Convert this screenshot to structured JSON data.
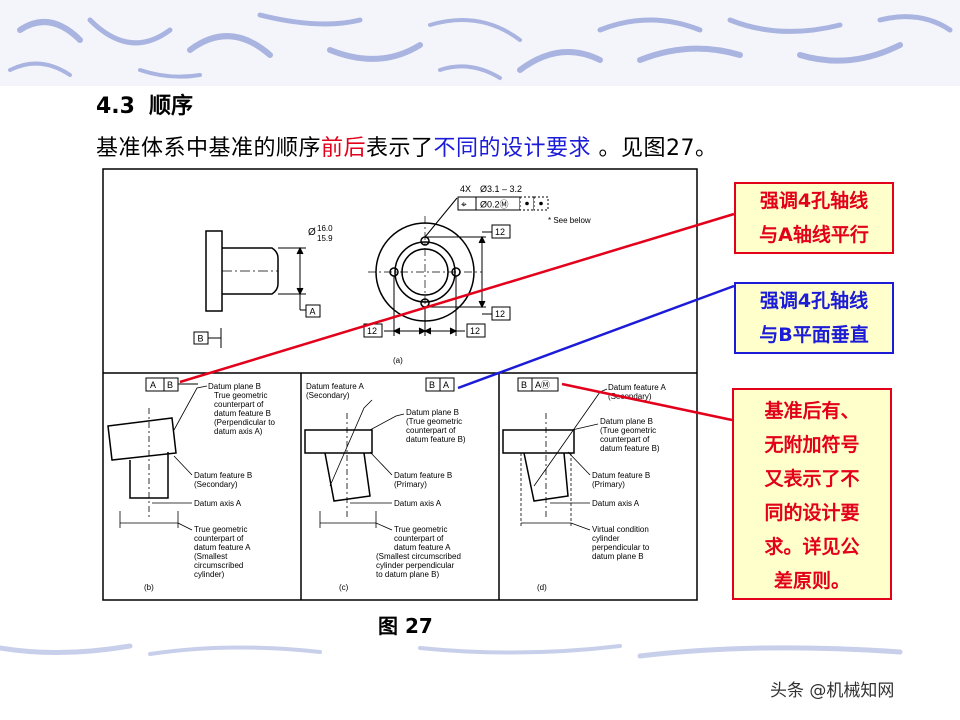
{
  "heading": {
    "number": "4.3",
    "title": "顺序"
  },
  "intro": {
    "part1": "基准体系中基准的顺序",
    "red": "前后",
    "part2": "表示了",
    "blue": "不同的设计要求",
    "part3": " 。见图27。"
  },
  "callouts": {
    "a": {
      "line1": "强调4孔轴线",
      "line2": "与A轴线平行"
    },
    "b": {
      "line1": "强调4孔轴线",
      "line2": "与B平面垂直"
    },
    "c": {
      "lines": [
        "基准后有、",
        "无附加符号",
        "又表示了不",
        "同的设计要",
        "求。详见公",
        "差原则。"
      ]
    }
  },
  "caption": "图 27",
  "watermark": "头条 @机械知网",
  "colors": {
    "red": "#e3001b",
    "blue": "#1b1bd8",
    "callout_bg": "#ffffcc",
    "banner": "#aab4e0"
  },
  "figure": {
    "top": {
      "fcf_qty": "4X",
      "fcf_size": "Ø3.1 – 3.2",
      "fcf_symbol": "⌖",
      "fcf_tol": "Ø0.2Ⓜ",
      "see_below": "See below",
      "dia_upper": "16.0",
      "dia_lower": "15.9",
      "dia_sym": "Ø",
      "datum_a": "A",
      "datum_b": "B",
      "dim": "12",
      "label": "(a)"
    },
    "b": {
      "frame": [
        "A",
        "B"
      ],
      "label": "(b)",
      "notes": {
        "plane": [
          "Datum plane B",
          "True geometric",
          "counterpart of",
          "datum feature B",
          "(Perpendicular to",
          "datum axis A)"
        ],
        "feature": [
          "Datum feature B",
          "(Secondary)"
        ],
        "axis": "Datum axis A",
        "tg": [
          "True geometric",
          "counterpart of",
          "datum feature A",
          "(Smallest",
          "circumscribed",
          "cylinder)"
        ]
      }
    },
    "c": {
      "frame": [
        "B",
        "A"
      ],
      "label": "(c)",
      "notes": {
        "feat_a": [
          "Datum feature A",
          "(Secondary)"
        ],
        "plane": [
          "Datum plane B",
          "(True geometric",
          "counterpart of",
          "datum feature B)"
        ],
        "feature": [
          "Datum feature B",
          "(Primary)"
        ],
        "axis": "Datum axis A",
        "tg": [
          "True geometric",
          "counterpart of",
          "datum feature A",
          "(Smallest circumscribed",
          "cylinder perpendicular",
          "to datum plane B)"
        ]
      }
    },
    "d": {
      "frame": [
        "B",
        "AⓂ"
      ],
      "label": "(d)",
      "notes": {
        "feat_a": [
          "Datum feature A",
          "(Secondary)"
        ],
        "plane": [
          "Datum plane B",
          "(True geometric",
          "counterpart of",
          "datum feature B)"
        ],
        "feature": [
          "Datum feature B",
          "(Primary)"
        ],
        "axis": "Datum axis A",
        "vc": [
          "Virtual condition",
          "cylinder",
          "perpendicular to",
          "datum plane B"
        ]
      }
    }
  }
}
